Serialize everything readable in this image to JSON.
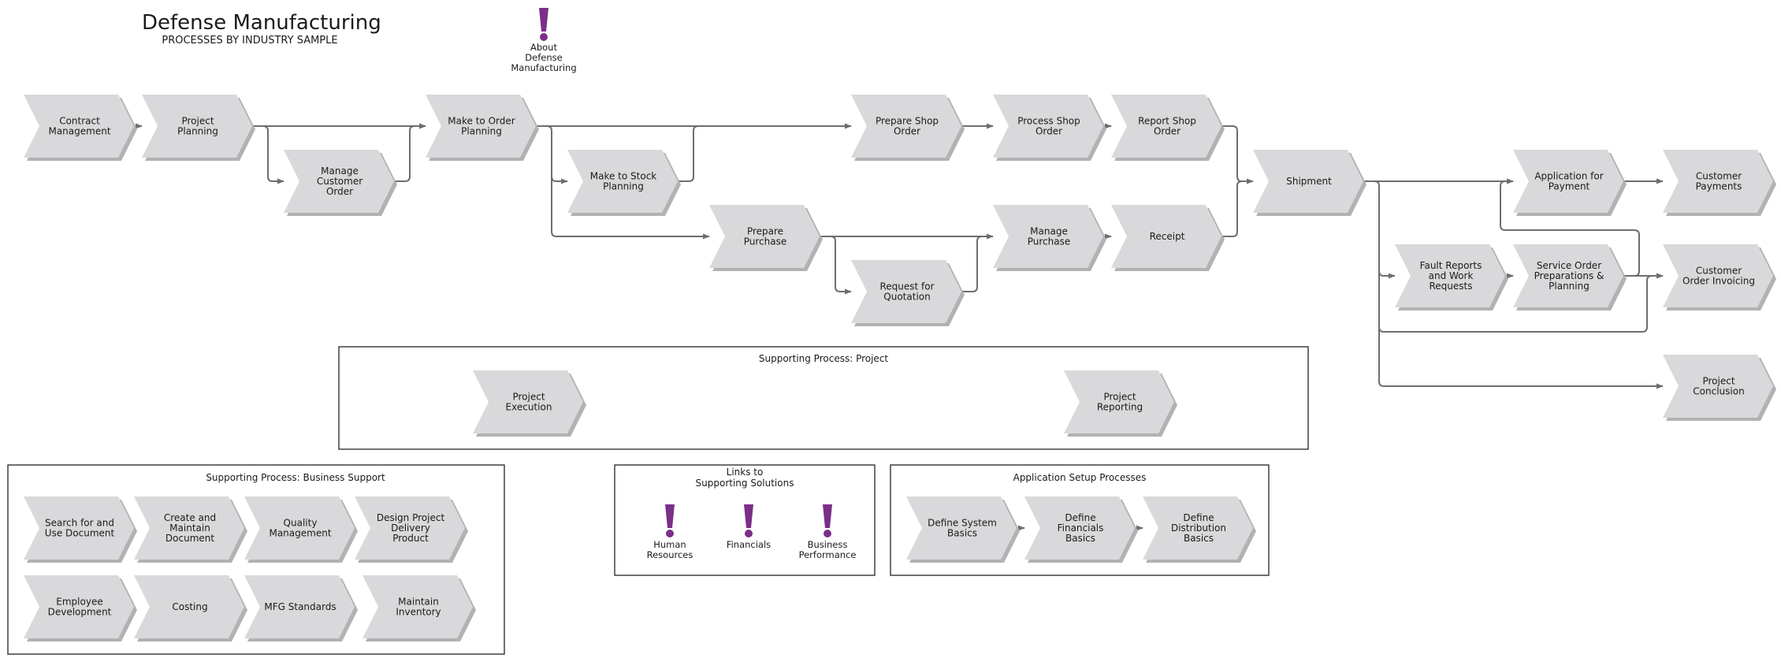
{
  "header": {
    "title": "Defense Manufacturing",
    "subtitle": "PROCESSES BY INDUSTRY SAMPLE",
    "about_label": [
      "About",
      "Defense",
      "Manufacturing"
    ],
    "about_icon": "exclamation-icon"
  },
  "colors": {
    "chevron_fill": "#d9d9db",
    "connector": "#6e6e6e",
    "info_icon": "#7b2f88"
  },
  "processes": [
    {
      "id": "contract-management",
      "lines": [
        "Contract",
        "Management"
      ]
    },
    {
      "id": "project-planning",
      "lines": [
        "Project",
        "Planning"
      ]
    },
    {
      "id": "manage-customer-order",
      "lines": [
        "Manage",
        "Customer",
        "Order"
      ]
    },
    {
      "id": "make-to-order-planning",
      "lines": [
        "Make to Order",
        "Planning"
      ]
    },
    {
      "id": "make-to-stock-planning",
      "lines": [
        "Make to Stock",
        "Planning"
      ]
    },
    {
      "id": "prepare-shop-order",
      "lines": [
        "Prepare Shop",
        "Order"
      ]
    },
    {
      "id": "process-shop-order",
      "lines": [
        "Process Shop",
        "Order"
      ]
    },
    {
      "id": "report-shop-order",
      "lines": [
        "Report Shop",
        "Order"
      ]
    },
    {
      "id": "prepare-purchase",
      "lines": [
        "Prepare",
        "Purchase"
      ]
    },
    {
      "id": "request-for-quotation",
      "lines": [
        "Request for",
        "Quotation"
      ]
    },
    {
      "id": "manage-purchase",
      "lines": [
        "Manage",
        "Purchase"
      ]
    },
    {
      "id": "receipt",
      "lines": [
        "Receipt"
      ]
    },
    {
      "id": "shipment",
      "lines": [
        "Shipment"
      ]
    },
    {
      "id": "application-for-payment",
      "lines": [
        "Application for",
        "Payment"
      ]
    },
    {
      "id": "customer-payments",
      "lines": [
        "Customer",
        "Payments"
      ]
    },
    {
      "id": "fault-reports",
      "lines": [
        "Fault Reports",
        "and Work",
        "Requests"
      ]
    },
    {
      "id": "service-order-preparations",
      "lines": [
        "Service Order",
        "Preparations &",
        "Planning"
      ]
    },
    {
      "id": "customer-order-invoicing",
      "lines": [
        "Customer",
        "Order Invoicing"
      ]
    },
    {
      "id": "project-conclusion",
      "lines": [
        "Project",
        "Conclusion"
      ]
    },
    {
      "id": "project-execution",
      "lines": [
        "Project",
        "Execution"
      ]
    },
    {
      "id": "project-reporting",
      "lines": [
        "Project",
        "Reporting"
      ]
    },
    {
      "id": "search-and-use-document",
      "lines": [
        "Search for and",
        "Use Document"
      ]
    },
    {
      "id": "create-and-maintain-document",
      "lines": [
        "Create and",
        "Maintain",
        "Document"
      ]
    },
    {
      "id": "quality-management",
      "lines": [
        "Quality",
        "Management"
      ]
    },
    {
      "id": "design-project-delivery-product",
      "lines": [
        "Design Project",
        "Delivery",
        "Product"
      ]
    },
    {
      "id": "employee-development",
      "lines": [
        "Employee",
        "Development"
      ]
    },
    {
      "id": "costing",
      "lines": [
        "Costing"
      ]
    },
    {
      "id": "mfg-standards",
      "lines": [
        "MFG Standards"
      ]
    },
    {
      "id": "maintain-inventory",
      "lines": [
        "Maintain",
        "Inventory"
      ]
    },
    {
      "id": "define-system-basics",
      "lines": [
        "Define System",
        "Basics"
      ]
    },
    {
      "id": "define-financials-basics",
      "lines": [
        "Define",
        "Financials",
        "Basics"
      ]
    },
    {
      "id": "define-distribution-basics",
      "lines": [
        "Define",
        "Distribution",
        "Basics"
      ]
    }
  ],
  "groups": [
    {
      "id": "supporting-project",
      "title": [
        "Supporting Process: Project"
      ]
    },
    {
      "id": "business-support",
      "title": [
        "Supporting Process: Business Support"
      ]
    },
    {
      "id": "links-supporting",
      "title": [
        "Links to",
        "Supporting Solutions"
      ]
    },
    {
      "id": "application-setup",
      "title": [
        "Application Setup Processes"
      ]
    }
  ],
  "links": [
    {
      "id": "human-resources",
      "lines": [
        "Human",
        "Resources"
      ],
      "icon": "exclamation-icon"
    },
    {
      "id": "financials",
      "lines": [
        "Financials"
      ],
      "icon": "exclamation-icon"
    },
    {
      "id": "business-performance",
      "lines": [
        "Business",
        "Performance"
      ],
      "icon": "exclamation-icon"
    }
  ]
}
